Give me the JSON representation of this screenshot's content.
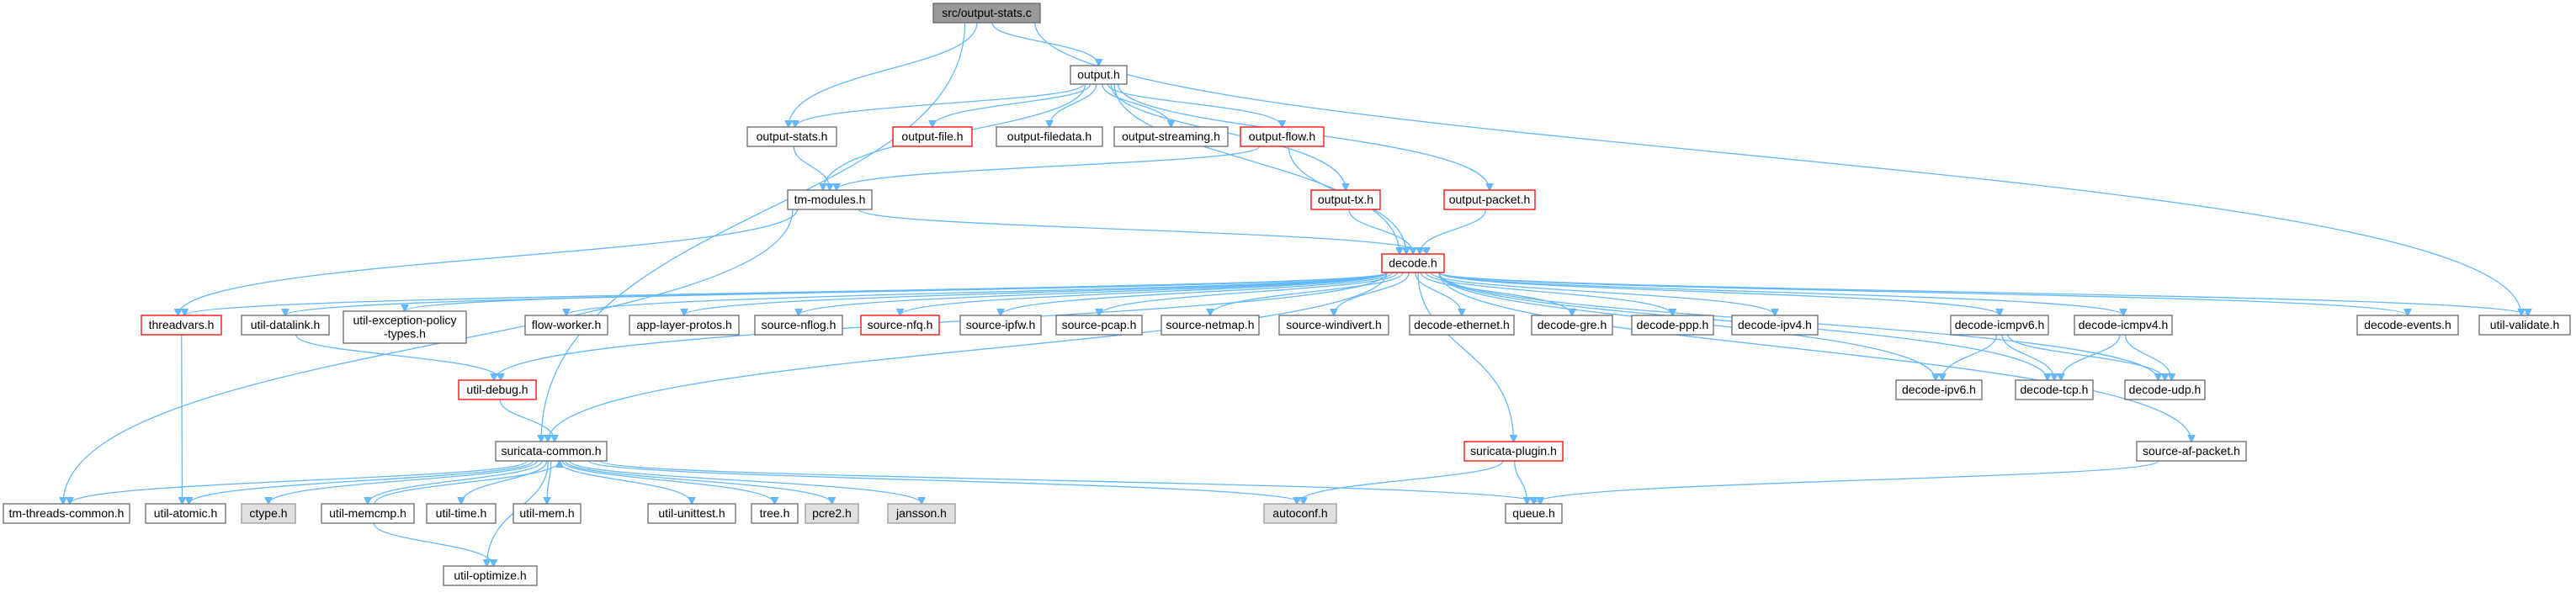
{
  "colors": {
    "edge": "#63b8ff",
    "node_border": "#666666",
    "node_fill": "#ffffff",
    "root_fill": "#999999",
    "truncated_border": "#ff0000",
    "system_fill": "#e0e0e0",
    "system_border": "#999999"
  },
  "nodes": [
    {
      "id": "output_stats_c",
      "label": "src/output-stats.c",
      "style": "root"
    },
    {
      "id": "output_h",
      "label": "output.h",
      "style": "normal"
    },
    {
      "id": "output_stats_h",
      "label": "output-stats.h",
      "style": "normal"
    },
    {
      "id": "output_file_h",
      "label": "output-file.h",
      "style": "truncated"
    },
    {
      "id": "output_filedata_h",
      "label": "output-filedata.h",
      "style": "normal"
    },
    {
      "id": "output_streaming_h",
      "label": "output-streaming.h",
      "style": "normal"
    },
    {
      "id": "output_flow_h",
      "label": "output-flow.h",
      "style": "truncated"
    },
    {
      "id": "tm_modules_h",
      "label": "tm-modules.h",
      "style": "normal"
    },
    {
      "id": "output_tx_h",
      "label": "output-tx.h",
      "style": "truncated"
    },
    {
      "id": "output_packet_h",
      "label": "output-packet.h",
      "style": "truncated"
    },
    {
      "id": "decode_h",
      "label": "decode.h",
      "style": "truncated"
    },
    {
      "id": "threadvars_h",
      "label": "threadvars.h",
      "style": "truncated"
    },
    {
      "id": "util_datalink_h",
      "label": "util-datalink.h",
      "style": "normal"
    },
    {
      "id": "util_exception_h",
      "label": [
        "util-exception-policy",
        "-types.h"
      ],
      "style": "normal"
    },
    {
      "id": "flow_worker_h",
      "label": "flow-worker.h",
      "style": "normal"
    },
    {
      "id": "app_layer_protos_h",
      "label": "app-layer-protos.h",
      "style": "normal"
    },
    {
      "id": "source_nflog_h",
      "label": "source-nflog.h",
      "style": "normal"
    },
    {
      "id": "source_nfq_h",
      "label": "source-nfq.h",
      "style": "truncated"
    },
    {
      "id": "source_ipfw_h",
      "label": "source-ipfw.h",
      "style": "normal"
    },
    {
      "id": "source_pcap_h",
      "label": "source-pcap.h",
      "style": "normal"
    },
    {
      "id": "source_netmap_h",
      "label": "source-netmap.h",
      "style": "normal"
    },
    {
      "id": "source_windivert_h",
      "label": "source-windivert.h",
      "style": "normal"
    },
    {
      "id": "decode_ethernet_h",
      "label": "decode-ethernet.h",
      "style": "normal"
    },
    {
      "id": "decode_gre_h",
      "label": "decode-gre.h",
      "style": "normal"
    },
    {
      "id": "decode_ppp_h",
      "label": "decode-ppp.h",
      "style": "normal"
    },
    {
      "id": "decode_ipv4_h",
      "label": "decode-ipv4.h",
      "style": "normal"
    },
    {
      "id": "decode_icmpv6_h",
      "label": "decode-icmpv6.h",
      "style": "normal"
    },
    {
      "id": "decode_icmpv4_h",
      "label": "decode-icmpv4.h",
      "style": "normal"
    },
    {
      "id": "decode_events_h",
      "label": "decode-events.h",
      "style": "normal"
    },
    {
      "id": "util_validate_h",
      "label": "util-validate.h",
      "style": "normal"
    },
    {
      "id": "util_debug_h",
      "label": "util-debug.h",
      "style": "truncated"
    },
    {
      "id": "decode_ipv6_h",
      "label": "decode-ipv6.h",
      "style": "normal"
    },
    {
      "id": "decode_tcp_h",
      "label": "decode-tcp.h",
      "style": "normal"
    },
    {
      "id": "decode_udp_h",
      "label": "decode-udp.h",
      "style": "normal"
    },
    {
      "id": "suricata_common_h",
      "label": "suricata-common.h",
      "style": "normal"
    },
    {
      "id": "suricata_plugin_h",
      "label": "suricata-plugin.h",
      "style": "truncated"
    },
    {
      "id": "source_af_packet_h",
      "label": "source-af-packet.h",
      "style": "normal"
    },
    {
      "id": "tm_threads_common_h",
      "label": "tm-threads-common.h",
      "style": "normal"
    },
    {
      "id": "util_atomic_h",
      "label": "util-atomic.h",
      "style": "normal"
    },
    {
      "id": "ctype_h",
      "label": "ctype.h",
      "style": "system"
    },
    {
      "id": "util_memcmp_h",
      "label": "util-memcmp.h",
      "style": "normal"
    },
    {
      "id": "util_time_h",
      "label": "util-time.h",
      "style": "normal"
    },
    {
      "id": "util_mem_h",
      "label": "util-mem.h",
      "style": "normal"
    },
    {
      "id": "util_unittest_h",
      "label": "util-unittest.h",
      "style": "normal"
    },
    {
      "id": "tree_h",
      "label": "tree.h",
      "style": "normal"
    },
    {
      "id": "pcre2_h",
      "label": "pcre2.h",
      "style": "system"
    },
    {
      "id": "jansson_h",
      "label": "jansson.h",
      "style": "system"
    },
    {
      "id": "autoconf_h",
      "label": "autoconf.h",
      "style": "system"
    },
    {
      "id": "queue_h",
      "label": "queue.h",
      "style": "normal"
    },
    {
      "id": "util_optimize_h",
      "label": "util-optimize.h",
      "style": "normal"
    }
  ],
  "edges": [
    [
      "output_stats_c",
      "output_h"
    ],
    [
      "output_stats_c",
      "output_stats_h"
    ],
    [
      "output_stats_c",
      "suricata_common_h"
    ],
    [
      "output_stats_c",
      "util_validate_h"
    ],
    [
      "output_h",
      "output_stats_h"
    ],
    [
      "output_h",
      "output_file_h"
    ],
    [
      "output_h",
      "output_filedata_h"
    ],
    [
      "output_h",
      "output_streaming_h"
    ],
    [
      "output_h",
      "output_flow_h"
    ],
    [
      "output_h",
      "tm_modules_h"
    ],
    [
      "output_h",
      "output_tx_h"
    ],
    [
      "output_h",
      "output_packet_h"
    ],
    [
      "output_h",
      "decode_h"
    ],
    [
      "output_stats_h",
      "tm_modules_h"
    ],
    [
      "output_flow_h",
      "tm_modules_h"
    ],
    [
      "output_flow_h",
      "decode_h"
    ],
    [
      "output_tx_h",
      "decode_h"
    ],
    [
      "output_packet_h",
      "decode_h"
    ],
    [
      "tm_modules_h",
      "decode_h"
    ],
    [
      "tm_modules_h",
      "threadvars_h"
    ],
    [
      "tm_modules_h",
      "tm_threads_common_h"
    ],
    [
      "decode_h",
      "threadvars_h"
    ],
    [
      "decode_h",
      "util_datalink_h"
    ],
    [
      "decode_h",
      "util_exception_h"
    ],
    [
      "decode_h",
      "util_debug_h"
    ],
    [
      "decode_h",
      "flow_worker_h"
    ],
    [
      "decode_h",
      "app_layer_protos_h"
    ],
    [
      "decode_h",
      "source_nflog_h"
    ],
    [
      "decode_h",
      "source_nfq_h"
    ],
    [
      "decode_h",
      "source_ipfw_h"
    ],
    [
      "decode_h",
      "source_pcap_h"
    ],
    [
      "decode_h",
      "source_netmap_h"
    ],
    [
      "decode_h",
      "source_windivert_h"
    ],
    [
      "decode_h",
      "decode_ethernet_h"
    ],
    [
      "decode_h",
      "decode_gre_h"
    ],
    [
      "decode_h",
      "decode_ppp_h"
    ],
    [
      "decode_h",
      "decode_ipv4_h"
    ],
    [
      "decode_h",
      "decode_ipv6_h"
    ],
    [
      "decode_h",
      "decode_icmpv6_h"
    ],
    [
      "decode_h",
      "decode_icmpv4_h"
    ],
    [
      "decode_h",
      "decode_tcp_h"
    ],
    [
      "decode_h",
      "decode_udp_h"
    ],
    [
      "decode_h",
      "decode_events_h"
    ],
    [
      "decode_h",
      "util_validate_h"
    ],
    [
      "decode_h",
      "suricata_plugin_h"
    ],
    [
      "decode_h",
      "source_af_packet_h"
    ],
    [
      "decode_h",
      "suricata_common_h"
    ],
    [
      "threadvars_h",
      "util_atomic_h"
    ],
    [
      "util_datalink_h",
      "util_debug_h"
    ],
    [
      "util_debug_h",
      "suricata_common_h"
    ],
    [
      "decode_icmpv6_h",
      "decode_ipv6_h"
    ],
    [
      "decode_icmpv6_h",
      "decode_tcp_h"
    ],
    [
      "decode_icmpv6_h",
      "decode_udp_h"
    ],
    [
      "decode_icmpv4_h",
      "decode_tcp_h"
    ],
    [
      "decode_icmpv4_h",
      "decode_udp_h"
    ],
    [
      "suricata_plugin_h",
      "autoconf_h"
    ],
    [
      "suricata_plugin_h",
      "queue_h"
    ],
    [
      "source_af_packet_h",
      "queue_h"
    ],
    [
      "suricata_common_h",
      "tm_threads_common_h"
    ],
    [
      "suricata_common_h",
      "util_atomic_h"
    ],
    [
      "suricata_common_h",
      "ctype_h"
    ],
    [
      "suricata_common_h",
      "util_memcmp_h"
    ],
    [
      "suricata_common_h",
      "util_time_h"
    ],
    [
      "suricata_common_h",
      "util_mem_h"
    ],
    [
      "suricata_common_h",
      "util_unittest_h"
    ],
    [
      "suricata_common_h",
      "tree_h"
    ],
    [
      "suricata_common_h",
      "pcre2_h"
    ],
    [
      "suricata_common_h",
      "jansson_h"
    ],
    [
      "suricata_common_h",
      "autoconf_h"
    ],
    [
      "suricata_common_h",
      "queue_h"
    ],
    [
      "suricata_common_h",
      "util_optimize_h"
    ],
    [
      "util_memcmp_h",
      "suricata_common_h"
    ],
    [
      "util_memcmp_h",
      "util_optimize_h"
    ]
  ]
}
